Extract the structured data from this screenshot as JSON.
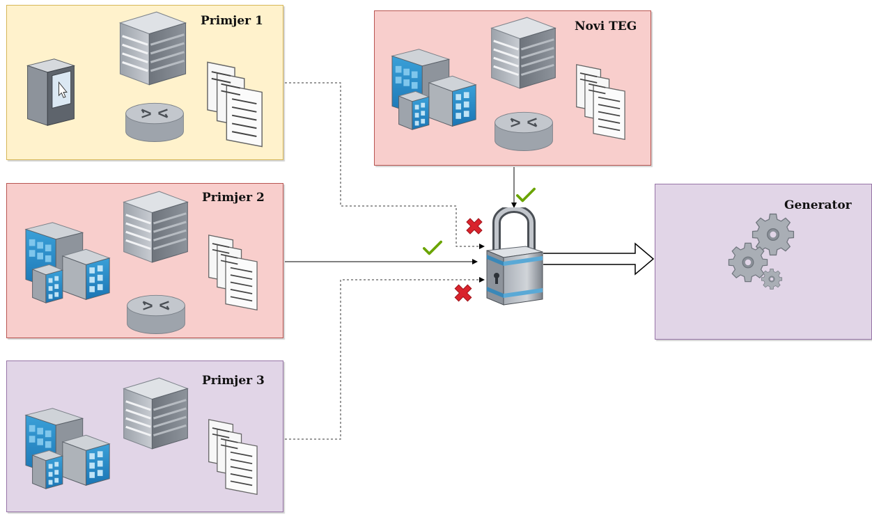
{
  "panels": {
    "primjer1": {
      "title": "Primjer 1"
    },
    "primjer2": {
      "title": "Primjer 2"
    },
    "primjer3": {
      "title": "Primjer 3"
    },
    "novi_teg": {
      "title": "Novi TEG"
    },
    "generator": {
      "title": "Generator"
    }
  },
  "colors": {
    "yellow_fill": "#fff2cc",
    "red_fill": "#f8cecc",
    "purple_fill": "#e1d5e7",
    "accept": "#6aa400",
    "reject": "#d9232c"
  },
  "icons": [
    "server-icon",
    "workstation-icon",
    "router-icon",
    "documents-icon",
    "office-buildings-icon",
    "padlock-icon",
    "gears-icon",
    "checkmark-icon",
    "cross-icon"
  ]
}
